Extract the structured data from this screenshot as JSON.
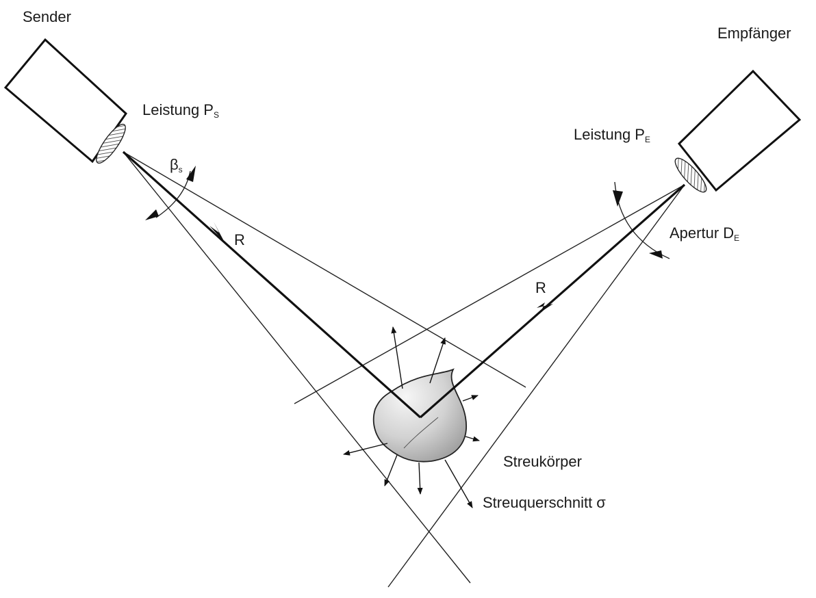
{
  "labels": {
    "sender": "Sender",
    "empfaenger": "Empfänger",
    "leistung_s": "Leistung P",
    "leistung_s_sub": "S",
    "leistung_e": "Leistung P",
    "leistung_e_sub": "E",
    "beta": "β",
    "beta_sub": "s",
    "apertur": "Apertur D",
    "apertur_sub": "E",
    "r_left": "R",
    "r_right": "R",
    "streukoerper": "Streukörper",
    "streuquerschnitt": "Streuquerschnitt σ"
  },
  "colors": {
    "line": "#111111",
    "scatterer_light": "#f4f4f4",
    "scatterer_dark": "#a9a9a9"
  }
}
